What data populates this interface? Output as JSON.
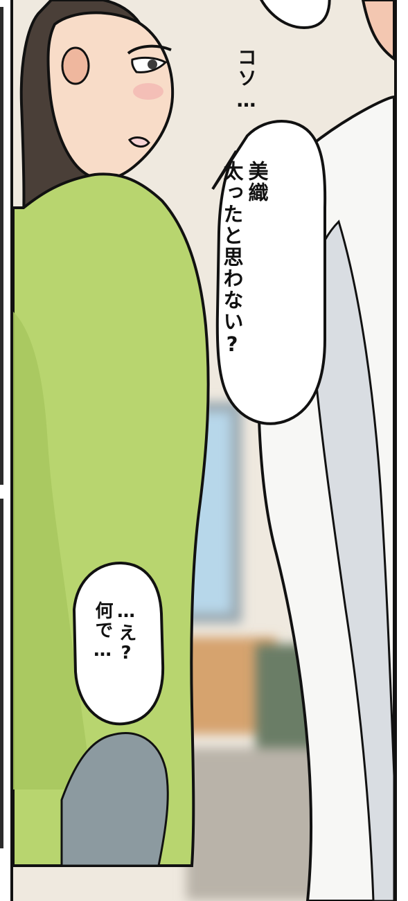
{
  "panel": {
    "sfx_text": "コソ…",
    "speech_man": "美織\n太ったと思わない?",
    "speech_woman": "…え?\n何で…"
  }
}
